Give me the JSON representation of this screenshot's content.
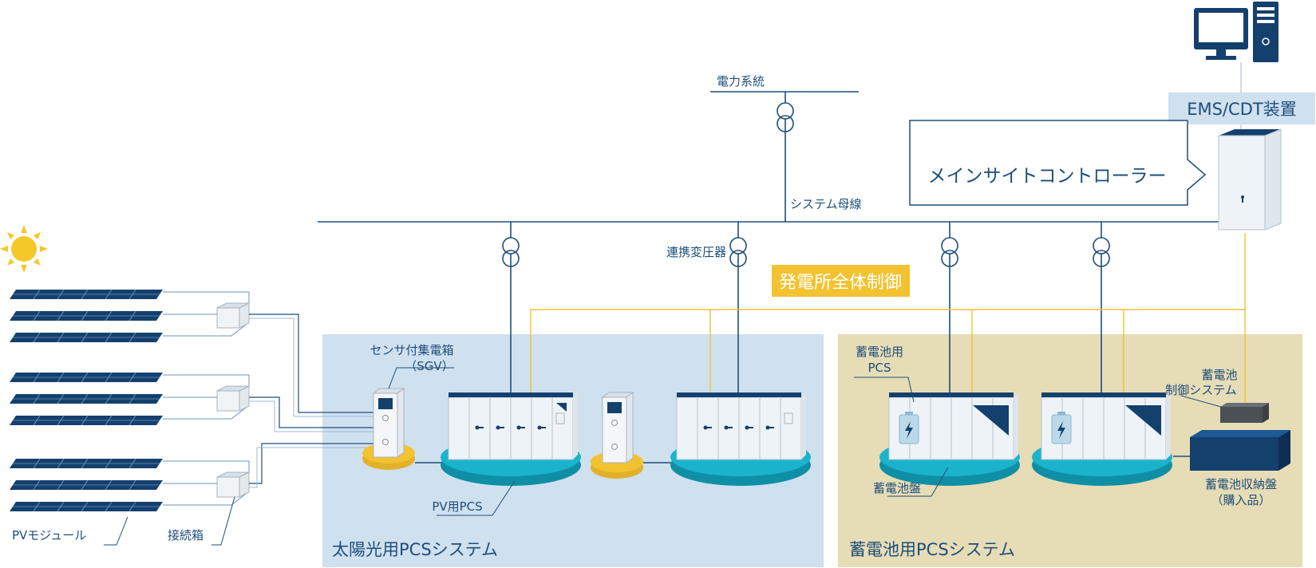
{
  "labels": {
    "grid": "電力系統",
    "bus": "システム母線",
    "transformer": "連携変圧器",
    "ems": "EMS/CDT装置",
    "main_controller": "メインサイトコントローラー",
    "plant_control": "発電所全体制御",
    "sgv_line1": "センサ付集電箱",
    "sgv_line2": "（SGV）",
    "pv_pcs": "PV用PCS",
    "pv_module": "PVモジュール",
    "junction_box": "接続箱",
    "solar_system": "太陽光用PCSシステム",
    "battery_pcs_line1": "蓄電池用",
    "battery_pcs_line2": "PCS",
    "battery_panel": "蓄電池盤",
    "battery_ctrl_line1": "蓄電池",
    "battery_ctrl_line2": "制御システム",
    "battery_container_line1": "蓄電池収納盤",
    "battery_container_line2": "（購入品）",
    "battery_system": "蓄電池用PCSシステム"
  },
  "colors": {
    "line_blue": "#1d4e7a",
    "signal_yellow": "#f2c230",
    "solar_zone": "#cfe0ef",
    "battery_zone": "#e6dcb6",
    "ems_box": "#cfe0ef",
    "plant_box": "#f2c230",
    "teal_base": "#1bb3cc",
    "yellow_base": "#f2c230",
    "navy": "#14406e",
    "panel": "#0f3e73"
  },
  "icons": [
    "sun-icon",
    "pc-monitor-icon",
    "pc-tower-icon",
    "transformer-icon",
    "battery-icon"
  ]
}
